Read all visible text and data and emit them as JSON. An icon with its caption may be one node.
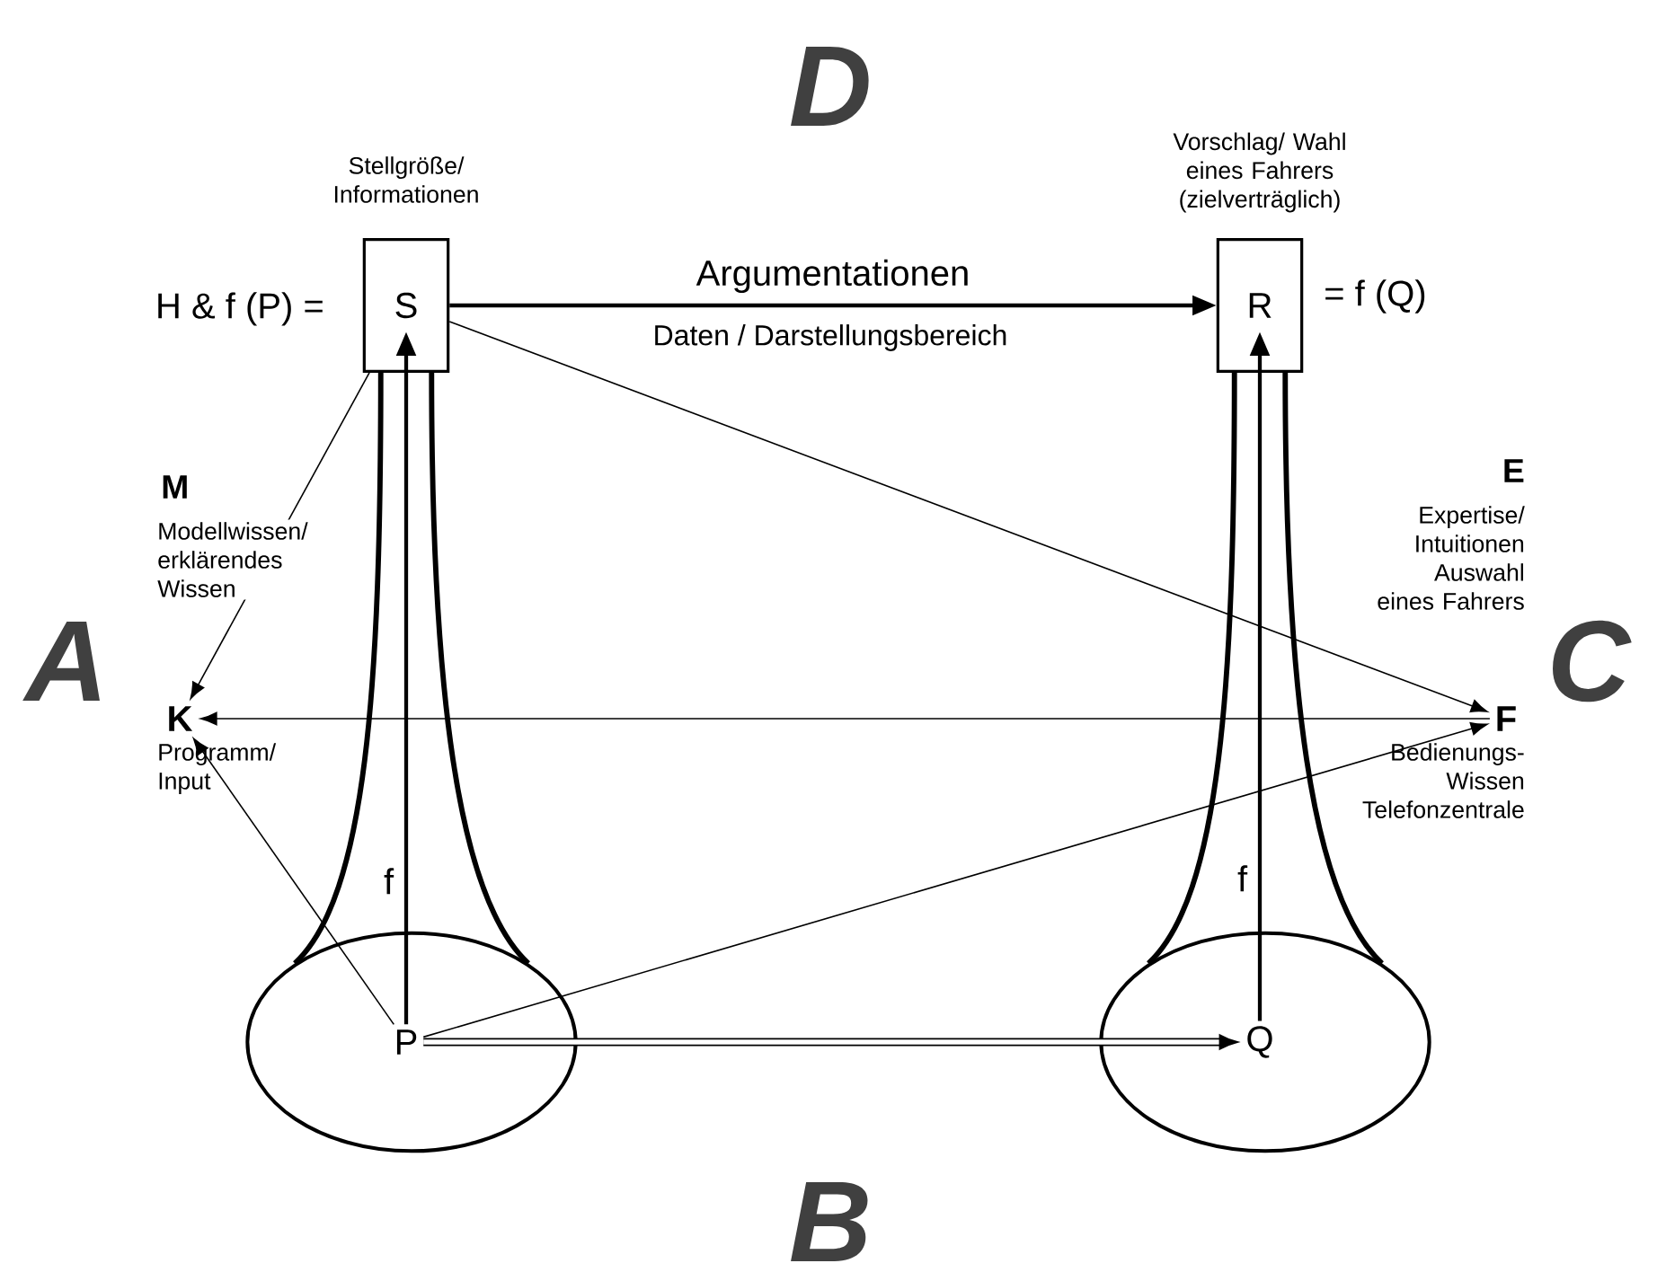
{
  "diagram": {
    "nodes": [
      {
        "text": [
          "S"
        ],
        "beside": [
          "Stellgröße/ Informationen",
          "H & f (P) ="
        ]
      },
      {
        "text": [
          "R"
        ],
        "beside": [
          "Vorschlag/ Wahl eines Fahrers (zielverträglich)",
          "= f (Q)"
        ]
      },
      {
        "text": [],
        "shape": "ellipse"
      },
      {
        "text": [
          "P"
        ],
        "in": 2
      },
      {
        "text": [],
        "shape": "ellipse"
      },
      {
        "text": [
          "Q"
        ],
        "in": 4
      },
      {
        "text": [
          "K"
        ],
        "beside": [
          "Programm/ Input"
        ]
      },
      {
        "text": [
          "F"
        ],
        "beside": [
          "Bedienungs- Wissen Telefonzentrale"
        ]
      }
    ],
    "edges": [
      {
        "from": 0,
        "to": 1,
        "arrow": "to",
        "label": "Argumentationen"
      },
      {
        "from": 3,
        "to": 0,
        "arrow": "to",
        "label": "f"
      },
      {
        "from": 5,
        "to": 1,
        "arrow": "to",
        "label": "f"
      },
      {
        "from": 0,
        "to": 6,
        "arrow": "to"
      },
      {
        "from": 0,
        "to": 7,
        "arrow": "to"
      },
      {
        "from": 7,
        "to": 6,
        "arrow": "to"
      },
      {
        "from": 3,
        "to": 6,
        "arrow": "to"
      },
      {
        "from": 3,
        "to": 7,
        "arrow": "to"
      },
      {
        "from": 3,
        "to": 5,
        "arrow": "to",
        "style": "thick"
      },
      {
        "from": 2,
        "to": 0,
        "arrow": "none"
      },
      {
        "from": 2,
        "to": 0,
        "arrow": "none"
      },
      {
        "from": 4,
        "to": 1,
        "arrow": "none"
      },
      {
        "from": 4,
        "to": 1,
        "arrow": "none"
      }
    ],
    "labels": [
      "D",
      "Daten / Darstellungsbereich",
      "M",
      "Modellwissen/ erklärendes Wissen",
      "E",
      "Expertise/ Intuitionen Auswahl eines Fahrers",
      "A",
      "C",
      "B"
    ]
  }
}
